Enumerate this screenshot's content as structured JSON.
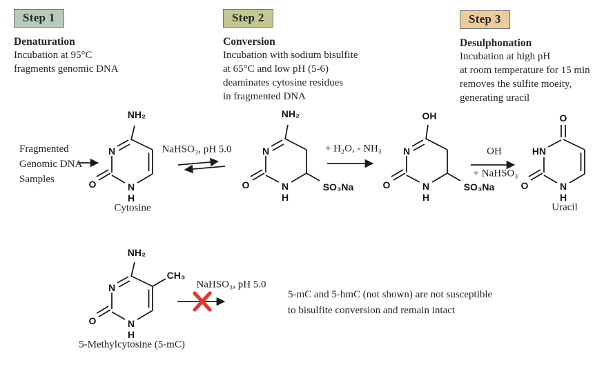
{
  "colors": {
    "step1_badge_bg": "#b8cabc",
    "step2_badge_bg": "#c4c794",
    "step3_badge_bg": "#edcb9b",
    "badge_border": "#707070",
    "text": "#272320",
    "bond": "#1c1c1c",
    "blocked_x": "#df382d"
  },
  "steps": [
    {
      "badge": "Step 1",
      "title": "Denaturation",
      "lines": [
        "Incubation at 95°C",
        "fragments genomic DNA"
      ]
    },
    {
      "badge": "Step 2",
      "title": "Conversion",
      "lines": [
        "Incubation with sodium bisulfite",
        "at 65°C and low pH (5-6)",
        "deaminates cytosine residues",
        "in fragmented DNA"
      ]
    },
    {
      "badge": "Step 3",
      "title": "Desulphonation",
      "lines": [
        "Incubation at high pH",
        "at room temperature for 15 min",
        "removes the sulfite moeity,",
        "generating uracil"
      ]
    }
  ],
  "pathway": {
    "input_lines": [
      "Fragmented",
      "Genomic DNA",
      "Samples"
    ],
    "arrow1_label": "NaHSO₃, pH 5.0",
    "arrow2_label": "+ H₂O, - NH₃",
    "arrow3_label_top": "OH",
    "arrow3_label_bottom": "+ NaHSO₃"
  },
  "atoms": {
    "N": "N",
    "H": "H",
    "O": "O",
    "NH2": "NH₂",
    "OH": "OH",
    "HN": "HN",
    "SO3Na": "SO₃Na",
    "CH3": "CH₃"
  },
  "molecules": {
    "cytosine": {
      "caption": "Cytosine"
    },
    "uracil": {
      "caption": "Uracil"
    },
    "methylcytosine": {
      "caption": "5-Methylcytosine (5-mC)"
    }
  },
  "blocked_reaction": {
    "arrow_label": "NaHSO₃, pH 5.0",
    "note_lines": [
      "5-mC and 5-hmC (not shown) are not susceptible",
      "to bisulfite conversion and remain intact"
    ]
  }
}
